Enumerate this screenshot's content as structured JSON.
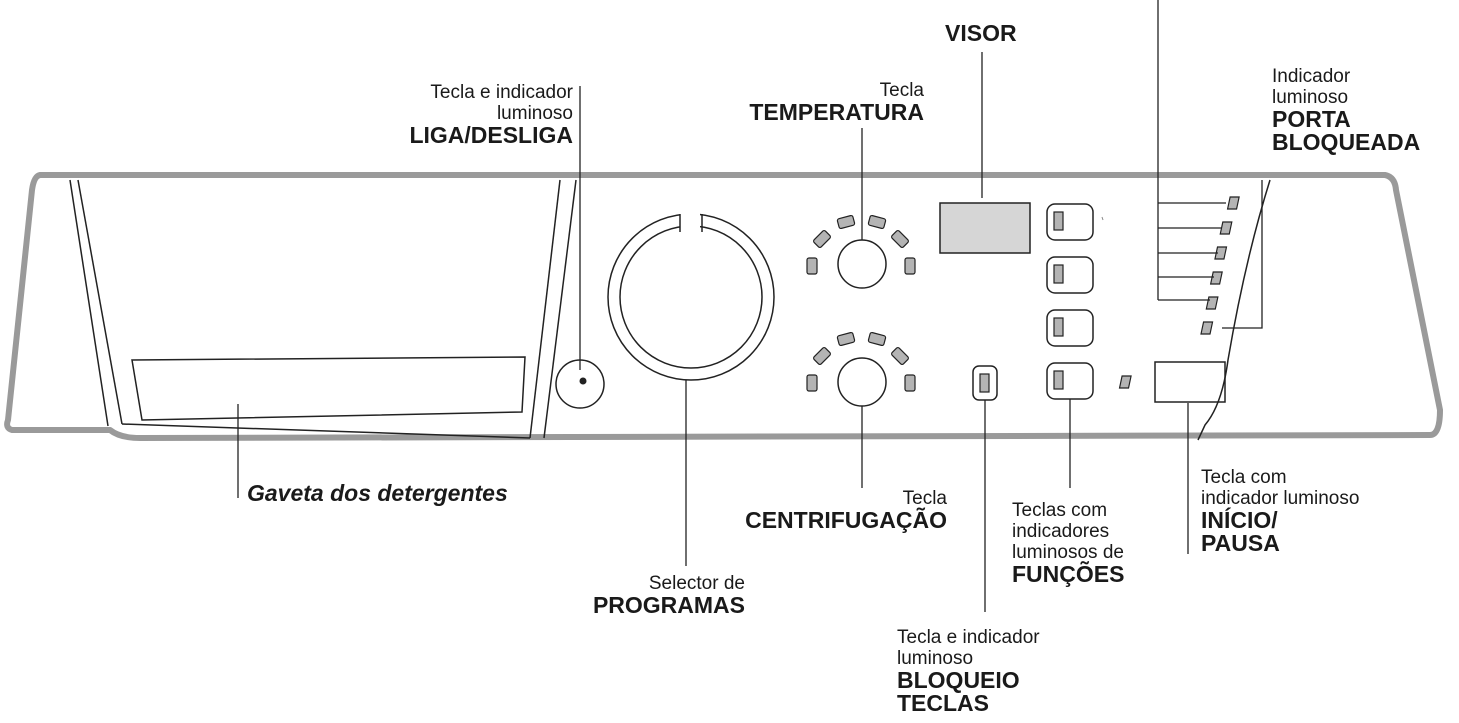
{
  "colors": {
    "panel_outline": "#9a9a9a",
    "line": "#222222",
    "led_fill": "#b4b4b4",
    "display_fill": "#d6d6d6"
  },
  "labels": {
    "power": {
      "line1": "Tecla e indicador",
      "line2": "luminoso",
      "title": "LIGA/DESLIGA"
    },
    "temperature": {
      "line1": "Tecla",
      "title": "TEMPERATURA"
    },
    "display": {
      "title": "VISOR"
    },
    "door_locked": {
      "line1": "Indicador",
      "line2": "luminoso",
      "title1": "PORTA",
      "title2": "BLOQUEADA"
    },
    "detergent": {
      "title": "Gaveta dos detergentes"
    },
    "spin": {
      "line1": "Tecla",
      "title": "CENTRIFUGAÇÃO"
    },
    "programs": {
      "line1": "Selector de",
      "title": "PROGRAMAS"
    },
    "functions": {
      "line1": "Teclas com",
      "line2": "indicadores",
      "line3": "luminosos de",
      "title": "FUNÇÕES"
    },
    "start_pause": {
      "line1": "Tecla com",
      "line2": "indicador luminoso",
      "title1": "INÍCIO/",
      "title2": "PAUSA"
    },
    "key_lock": {
      "line1": "Tecla e indicador",
      "line2": "luminoso",
      "title1": "BLOQUEIO",
      "title2": "TECLAS"
    }
  }
}
